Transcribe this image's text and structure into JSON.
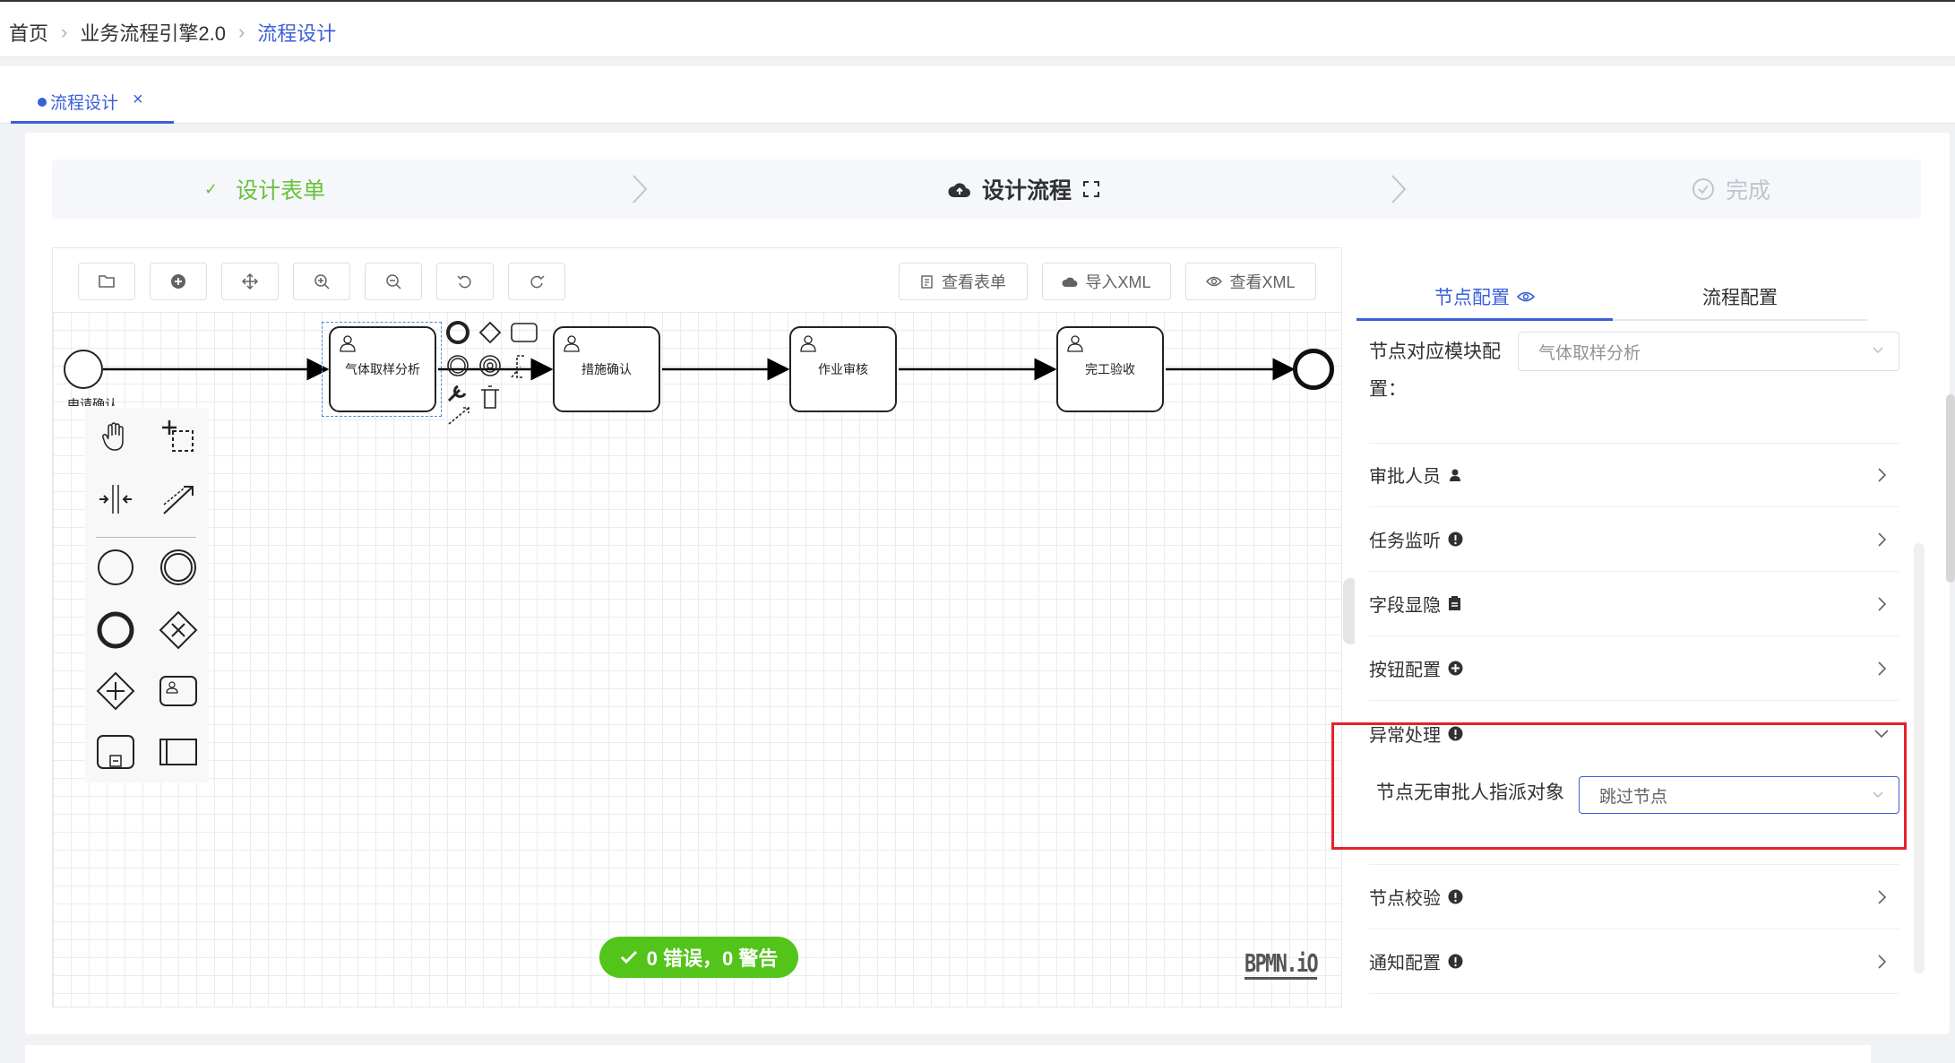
{
  "breadcrumb": {
    "home": "首页",
    "engine": "业务流程引擎2.0",
    "current": "流程设计"
  },
  "tab": {
    "label": "流程设计",
    "close": "×"
  },
  "steps": {
    "step1": "设计表单",
    "step2": "设计流程",
    "step3": "完成"
  },
  "toolbar": {
    "view_form": "查看表单",
    "import_xml": "导入XML",
    "view_xml": "查看XML"
  },
  "diagram": {
    "start_label": "申请确认",
    "tasks": [
      "气体取样分析",
      "措施确认",
      "作业审核",
      "完工验收"
    ]
  },
  "lint": {
    "text": "0 错误，0 警告"
  },
  "logo": "BPMN.iO",
  "panel": {
    "tabs": {
      "node_config": "节点配置",
      "flow_config": "流程配置"
    },
    "module_label": "节点对应模块配置：",
    "module_value": "气体取样分析",
    "rows": {
      "approver": "审批人员",
      "task_listen": "任务监听",
      "field_visibility": "字段显隐",
      "button_config": "按钮配置",
      "exception": "异常处理",
      "node_check": "节点校验",
      "notify": "通知配置"
    },
    "exception_sub": {
      "label": "节点无审批人指派对象",
      "value": "跳过节点"
    }
  },
  "colors": {
    "accent": "#3a5fd8",
    "success": "#67c23a",
    "lint": "#52c41a",
    "highlight": "#e8202a"
  }
}
